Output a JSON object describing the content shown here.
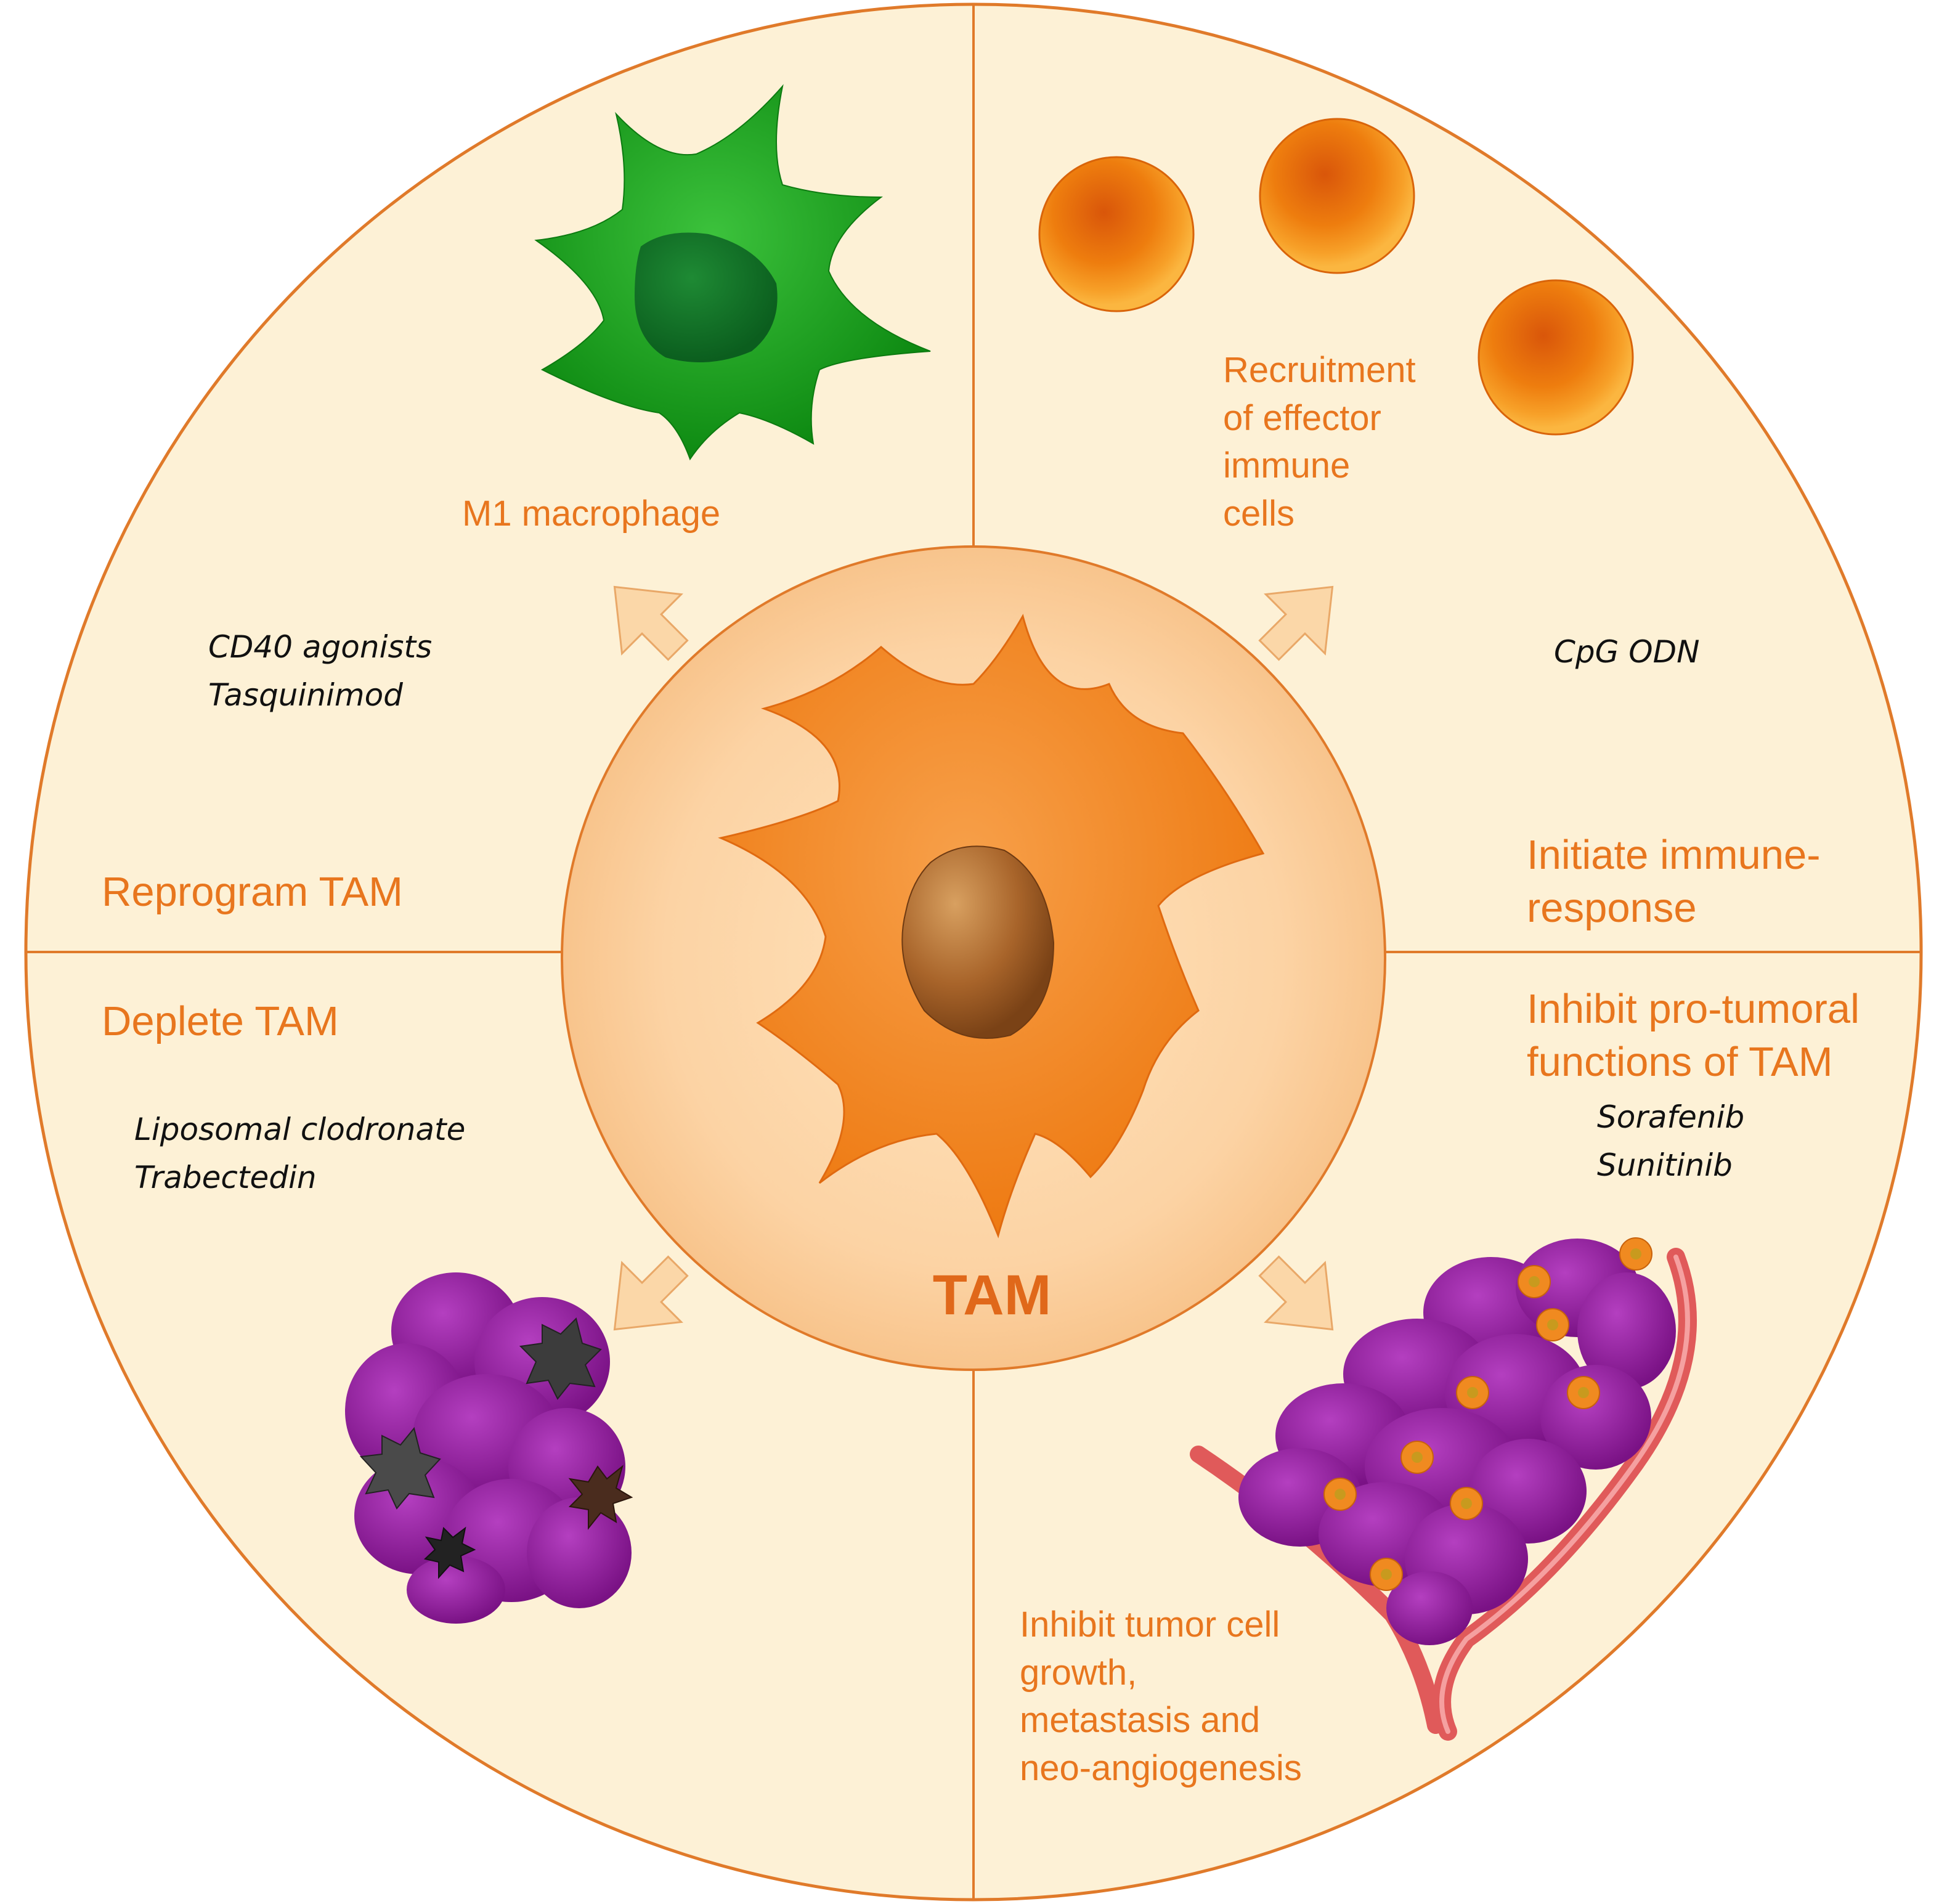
{
  "center": {
    "title": "TAM"
  },
  "quadrants": {
    "top_left": {
      "cell_label": "M1 macrophage",
      "drugs": "CD40 agonists\nTasquinimod",
      "strategy": "Reprogram TAM"
    },
    "top_right": {
      "cell_label": "Recruitment\nof effector\nimmune\ncells",
      "drugs": "CpG ODN",
      "strategy": "Initiate immune-\nresponse"
    },
    "bottom_left": {
      "strategy": "Deplete TAM",
      "drugs": "Liposomal clodronate\nTrabectedin"
    },
    "bottom_right": {
      "strategy": "Inhibit pro-tumoral\nfunctions of TAM",
      "drugs": "Sorafenib\nSunitinib",
      "outcome": "Inhibit tumor cell\ngrowth,\nmetastasis and\nneo-angiogenesis"
    }
  },
  "colors": {
    "background": "#FDF1D6",
    "accent": "#E8761E",
    "outline": "#E07A2A",
    "m1_macrophage": "#1FA31F",
    "tam_cell": "#F0821E",
    "effector_cells": "#F08A10",
    "tumor_cells": "#8E1A99",
    "vessel": "#E05A5A"
  },
  "icons": [
    "m1-macrophage-icon",
    "tam-cell-icon",
    "effector-cell-icon",
    "tumor-cluster-icon",
    "blood-vessel-icon"
  ]
}
